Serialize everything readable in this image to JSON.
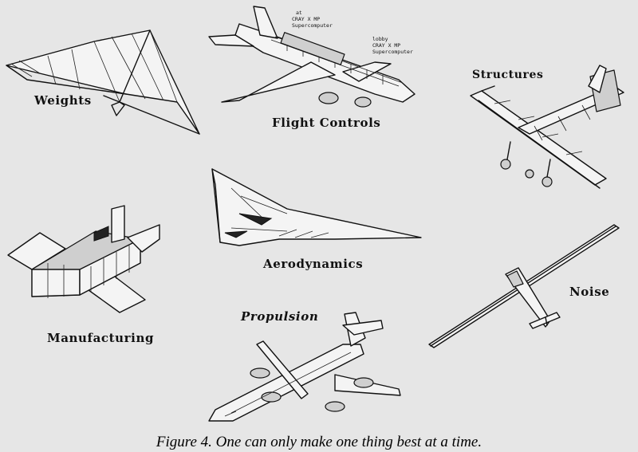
{
  "figure": {
    "caption": "Figure 4. One can only make one thing best at a time.",
    "background": "#e6e6e6",
    "panels": [
      {
        "id": "weights",
        "label": "Weights",
        "icon": "hang-glider-icon"
      },
      {
        "id": "flight_controls",
        "label": "Flight Controls",
        "icon": "airliner-icon",
        "annotations": [
          "at",
          "CRAY X MP",
          "Supercomputer",
          "lobby",
          "CRAY X MP",
          "Supercomputer"
        ]
      },
      {
        "id": "structures",
        "label": "Structures",
        "icon": "truss-aircraft-icon"
      },
      {
        "id": "aerodynamics",
        "label": "Aerodynamics",
        "icon": "flying-wing-icon"
      },
      {
        "id": "manufacturing",
        "label": "Manufacturing",
        "icon": "boxy-aircraft-icon"
      },
      {
        "id": "noise",
        "label": "Noise",
        "icon": "sailplane-icon"
      },
      {
        "id": "propulsion",
        "label": "Propulsion",
        "icon": "multi-engine-transport-icon"
      }
    ]
  }
}
